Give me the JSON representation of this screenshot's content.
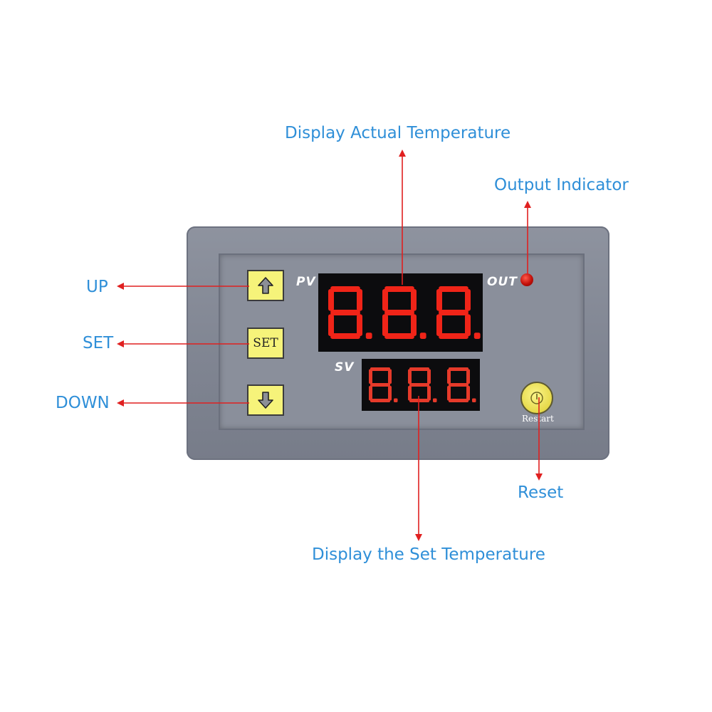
{
  "callouts": {
    "display_actual": "Display Actual Temperature",
    "output_indicator": "Output Indicator",
    "up": "UP",
    "set": "SET",
    "down": "DOWN",
    "reset": "Reset",
    "display_set": "Display the Set Temperature"
  },
  "panel": {
    "pv_label": "PV",
    "sv_label": "SV",
    "out_label": "OUT",
    "set_key": "SET",
    "restart_label": "Restart"
  },
  "displays": {
    "pv_digits": "8.8.8.",
    "sv_digits": "8.8.8."
  },
  "icons": {
    "up_key": "arrow-up-icon",
    "down_key": "arrow-down-icon",
    "restart": "power-icon"
  },
  "colors": {
    "callout_text": "#2f8fd8",
    "arrow": "#e02020",
    "segment_pv": "#f02418",
    "segment_sv": "#e63a2a",
    "key_yellow": "#f6f37a",
    "led_red": "#d4150d"
  }
}
